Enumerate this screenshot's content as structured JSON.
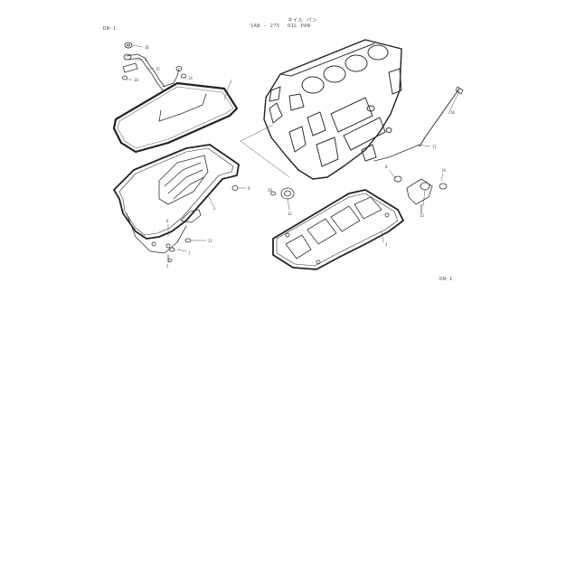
{
  "header": {
    "left_code": "DN-1",
    "center_code": "SAB - 275",
    "title_jp": "オイル パン",
    "title_en": "OIL PAN"
  },
  "footer": {
    "right_code": "DN-1"
  },
  "callouts": [
    {
      "id": "c1",
      "text": "16"
    },
    {
      "id": "c2",
      "text": "4"
    },
    {
      "id": "c3",
      "text": "15"
    },
    {
      "id": "c4",
      "text": "14"
    },
    {
      "id": "c5",
      "text": "18"
    },
    {
      "id": "c6",
      "text": "1"
    },
    {
      "id": "c7",
      "text": "9"
    },
    {
      "id": "c8",
      "text": "2"
    },
    {
      "id": "c9",
      "text": "11"
    },
    {
      "id": "c10",
      "text": "17"
    },
    {
      "id": "c11",
      "text": "10"
    },
    {
      "id": "c12",
      "text": "7"
    },
    {
      "id": "c13",
      "text": "6"
    },
    {
      "id": "c14",
      "text": "5"
    },
    {
      "id": "c15",
      "text": "8"
    },
    {
      "id": "c16",
      "text": "3"
    },
    {
      "id": "c17",
      "text": "12"
    },
    {
      "id": "c18",
      "text": "13"
    },
    {
      "id": "c19",
      "text": "19"
    },
    {
      "id": "c20",
      "text": "20"
    }
  ]
}
